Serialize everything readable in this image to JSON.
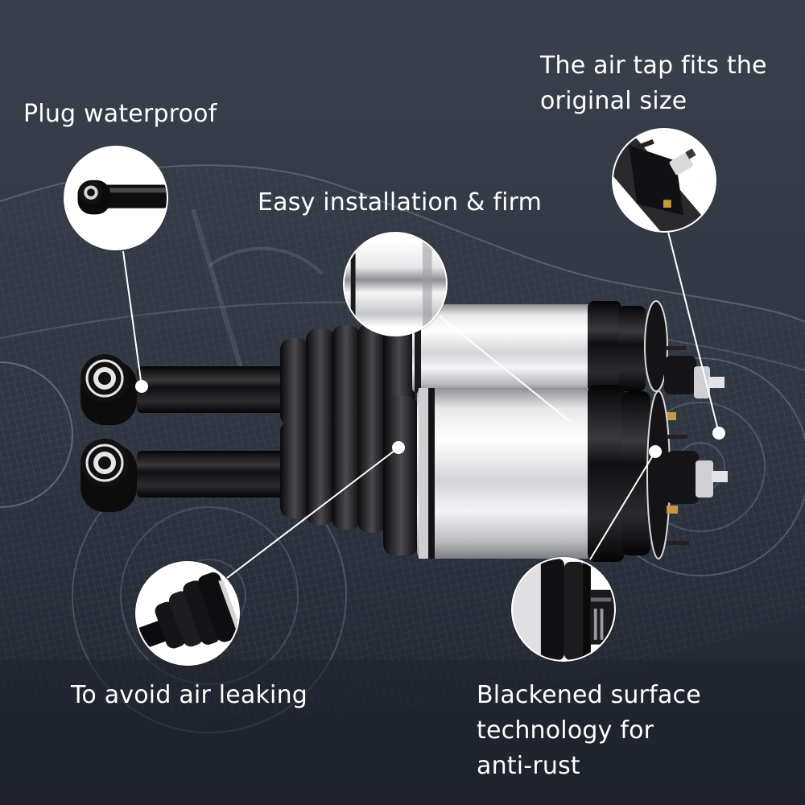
{
  "features": [
    {
      "id": "plug",
      "text": "Plug waterproof"
    },
    {
      "id": "air_tap",
      "text": "The air tap fits the\noriginal size"
    },
    {
      "id": "install",
      "text": "Easy installation & firm"
    },
    {
      "id": "air_leak",
      "text": "To avoid air leaking"
    },
    {
      "id": "anti_rust",
      "text": "Blackened surface\ntechnology for\nanti-rust"
    }
  ],
  "colors": {
    "background_top": "#3a414d",
    "background_bottom": "#1f232d",
    "text": "#ffffff",
    "callout_fill": "#ffffff",
    "rubber_black": "#0e0e10",
    "chrome_silver": "#d9d9dc"
  },
  "product": {
    "name": "air-suspension-strut-pair",
    "count": 2
  }
}
